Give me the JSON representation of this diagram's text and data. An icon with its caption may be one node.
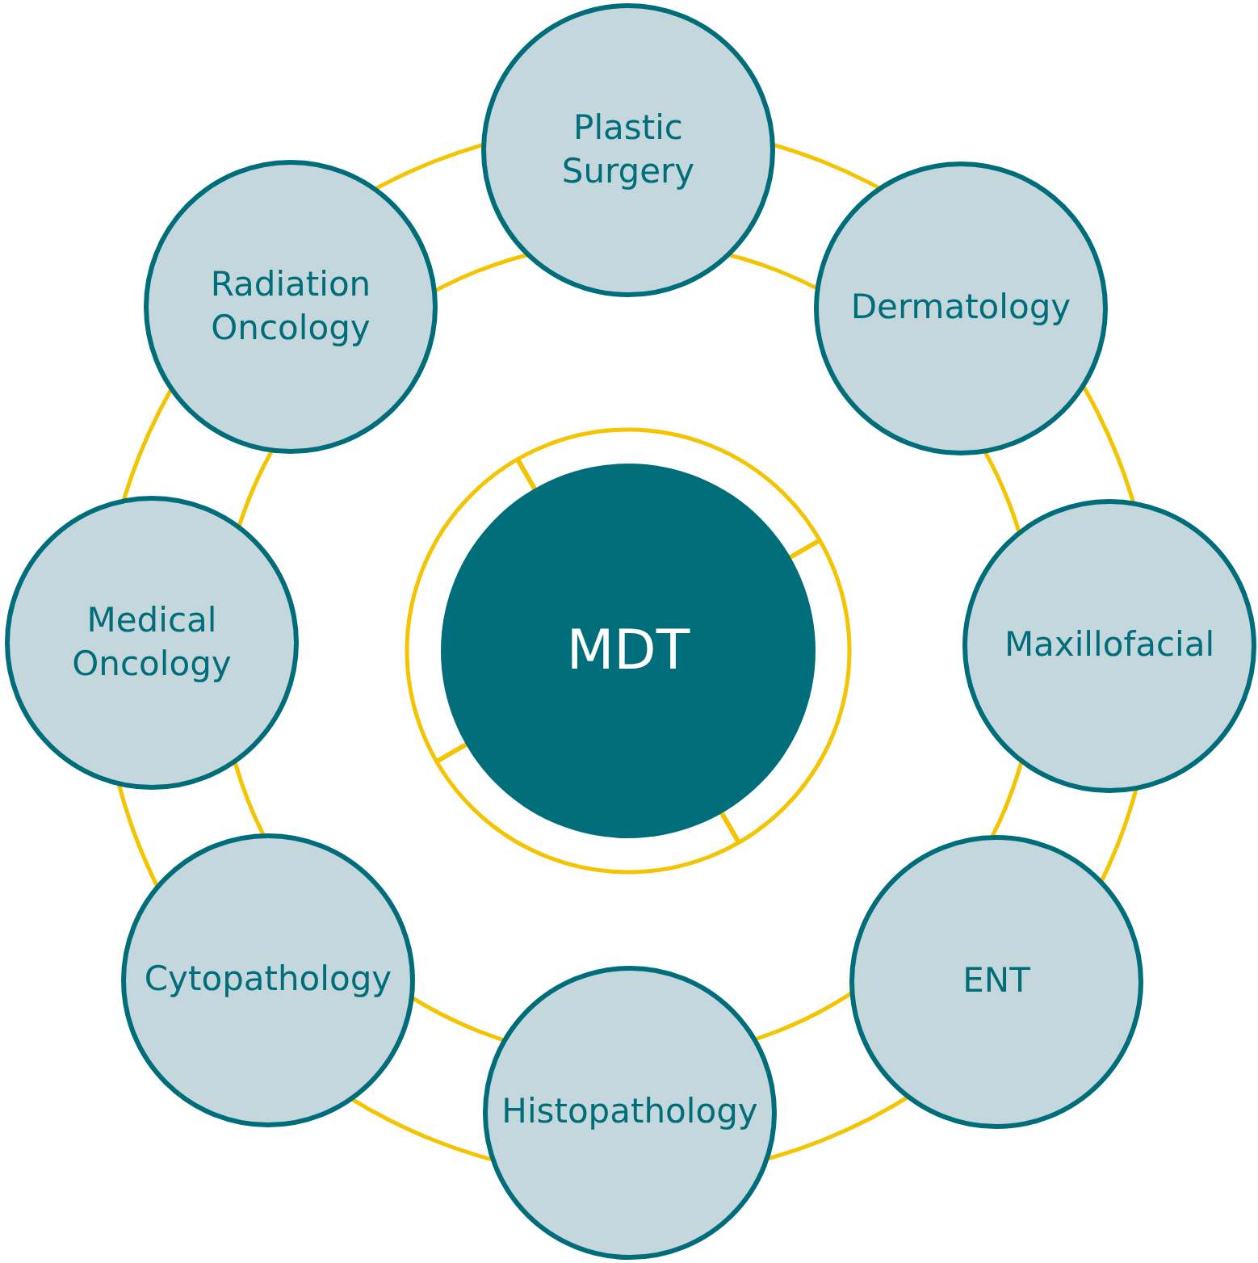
{
  "diagram": {
    "nodes": [
      {
        "text": [
          "MDT"
        ]
      },
      {
        "text": [
          "Plastic Surgery"
        ]
      },
      {
        "text": [
          "Dermatology"
        ]
      },
      {
        "text": [
          "Maxillofacial"
        ]
      },
      {
        "text": [
          "ENT"
        ]
      },
      {
        "text": [
          "Histopathology"
        ]
      },
      {
        "text": [
          "Cytopathology"
        ]
      },
      {
        "text": [
          "Medical Oncology"
        ]
      },
      {
        "text": [
          "Radiation Oncology"
        ]
      }
    ]
  }
}
